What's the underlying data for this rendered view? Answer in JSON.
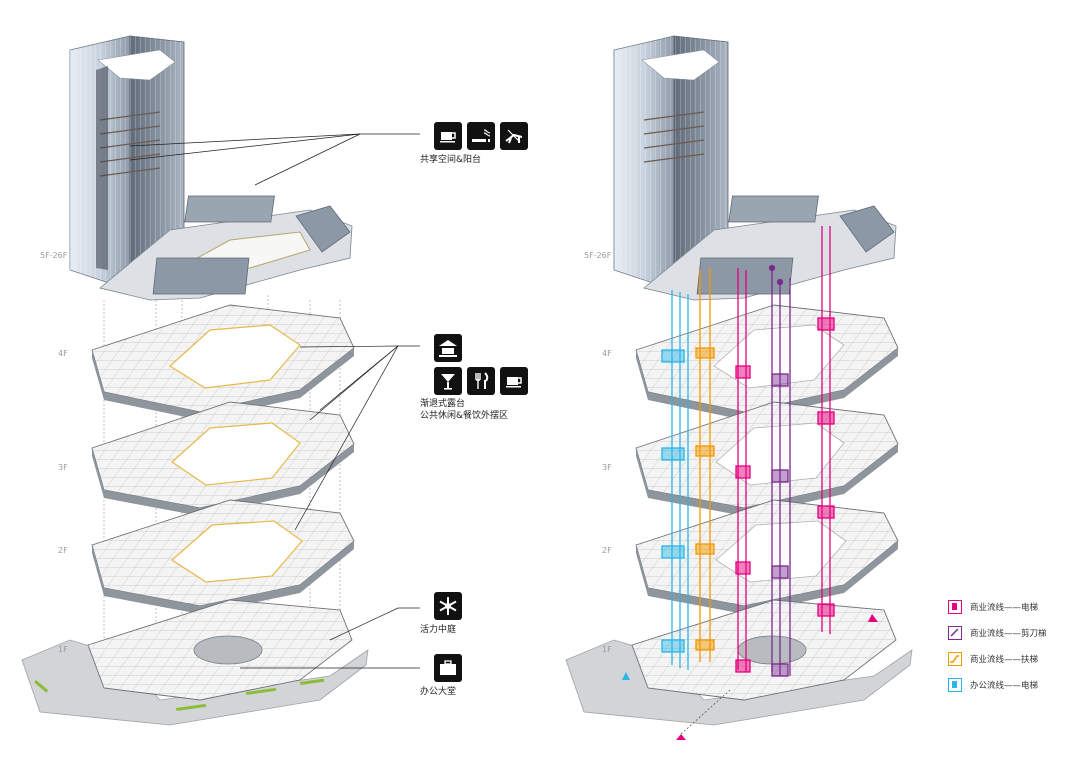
{
  "left_diagram": {
    "floor_labels": [
      "5F-26F",
      "4F",
      "3F",
      "2F",
      "1F"
    ],
    "annotations": [
      {
        "icons": [
          "coffee-cup-icon",
          "smoking-area-icon",
          "lounge-chair-icon"
        ],
        "lines": [
          "共享空间&阳台"
        ]
      },
      {
        "icons": [
          "carousel-icon",
          "cocktail-icon",
          "fork-knife-icon",
          "coffee-cup-icon"
        ],
        "lines": [
          "渐退式露台",
          "公共休闲&餐饮外摆区"
        ]
      },
      {
        "icons": [
          "snowflake-atrium-icon"
        ],
        "lines": [
          "活力中庭"
        ]
      },
      {
        "icons": [
          "briefcase-icon"
        ],
        "lines": [
          "办公大堂"
        ]
      }
    ]
  },
  "right_diagram": {
    "floor_labels": [
      "5F-26F",
      "4F",
      "3F",
      "2F",
      "1F"
    ]
  },
  "legend": [
    {
      "label": "商业流线——电梯",
      "color": "#e6007e",
      "icon": "elevator-icon"
    },
    {
      "label": "商业流线——剪刀梯",
      "color": "#7b2a90",
      "icon": "scissor-stair-icon"
    },
    {
      "label": "商业流线——扶梯",
      "color": "#f39800",
      "icon": "escalator-icon"
    },
    {
      "label": "办公流线——电梯",
      "color": "#29b6e8",
      "icon": "office-elevator-icon"
    }
  ],
  "colors": {
    "commercial_elevator": "#e6007e",
    "scissor_stair": "#7b2a90",
    "escalator": "#f39800",
    "office_elevator": "#29b6e8",
    "accent_gold": "#e8b84a"
  }
}
